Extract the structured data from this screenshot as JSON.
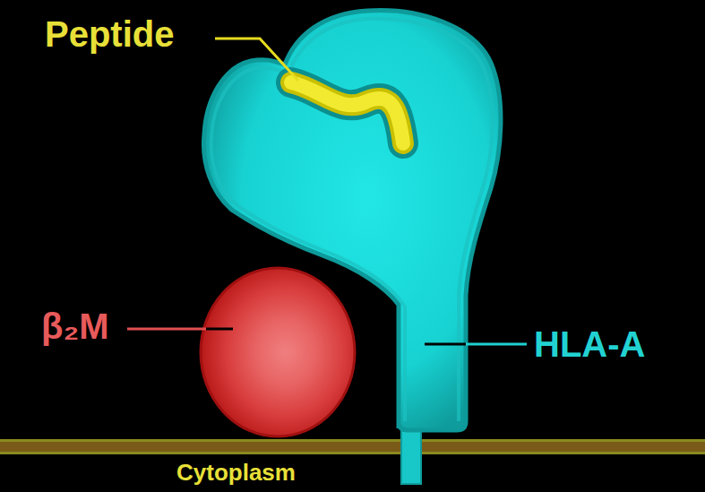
{
  "diagram": {
    "labels": [
      "Peptide",
      "β₂M",
      "HLA-A",
      "Cytoplasm"
    ]
  }
}
